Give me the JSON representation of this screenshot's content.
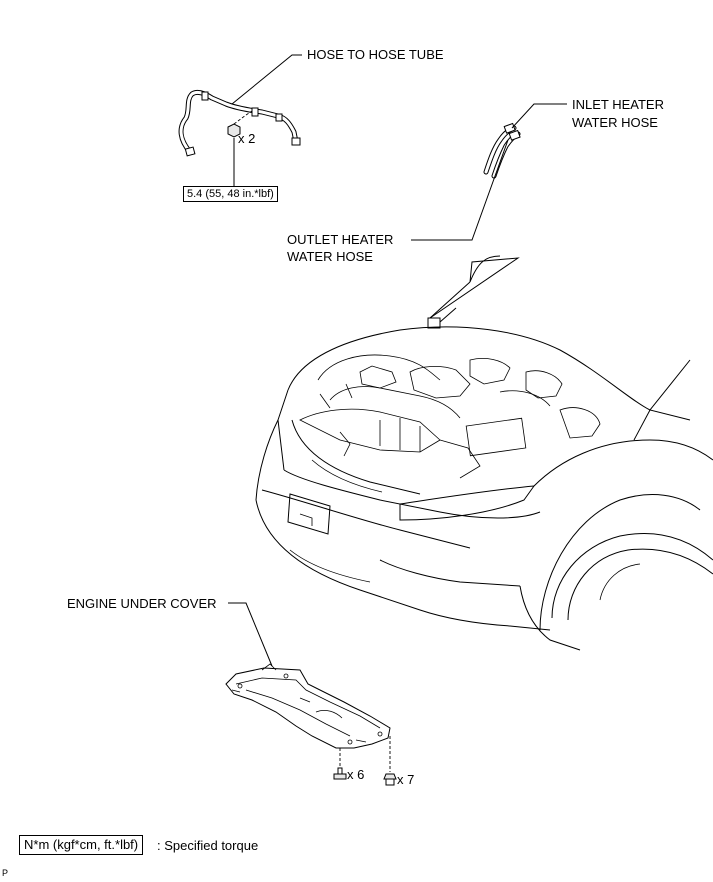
{
  "labels": {
    "hose_to_hose_tube": "HOSE TO HOSE TUBE",
    "inlet_heater_line1": "INLET HEATER",
    "inlet_heater_line2": "WATER HOSE",
    "outlet_heater_line1": "OUTLET HEATER",
    "outlet_heater_line2": "WATER HOSE",
    "engine_under_cover": "ENGINE UNDER COVER"
  },
  "fasteners": {
    "hose_nut_count": "x 2",
    "torque_spec": "5.4 (55, 48 in.*lbf)",
    "bolt_count": "x 6",
    "clip_count": "x 7"
  },
  "legend": {
    "unit_box": "N*m (kgf*cm, ft.*lbf)",
    "description": ": Specified torque"
  },
  "corner_mark": "P"
}
